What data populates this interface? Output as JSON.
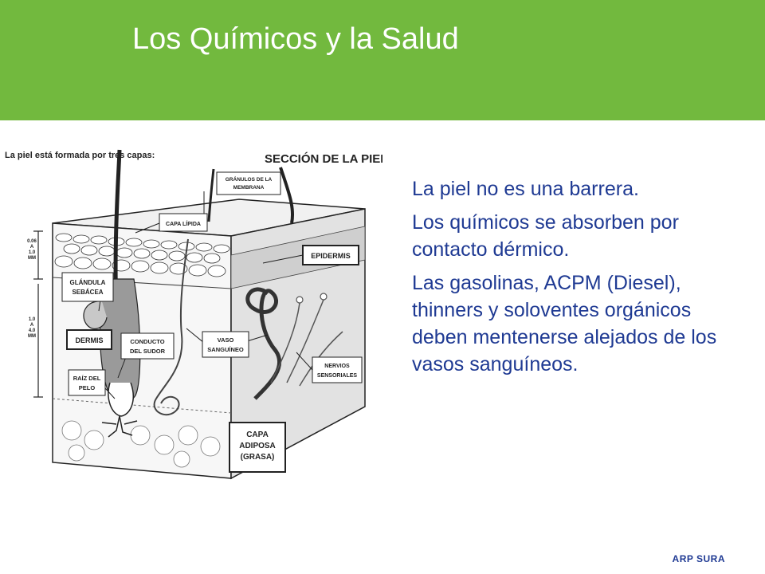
{
  "header": {
    "title": "Los Químicos y la Salud"
  },
  "diagram": {
    "intro": "La piel está formada por tres capas:",
    "heading": "SECCIÓN DE LA PIEL",
    "scale_top": [
      "0.06",
      "A",
      "1.0",
      "MM"
    ],
    "scale_bottom": [
      "1.0",
      "A",
      "4.0",
      "MM"
    ],
    "labels": {
      "granulos": [
        "GRÁNULOS DE LA",
        "MEMBRANA"
      ],
      "capa_lipida": "CAPA LÍPIDA",
      "epidermis": "EPIDERMIS",
      "glandula": [
        "GLÁNDULA",
        "SEBÁCEA"
      ],
      "dermis": "DERMIS",
      "conducto": [
        "CONDUCTO",
        "DEL SUDOR"
      ],
      "vaso": [
        "VASO",
        "SANGUÍNEO"
      ],
      "nervios": [
        "NERVIOS",
        "SENSORIALES"
      ],
      "raiz": [
        "RAÍZ DEL",
        "PELO"
      ],
      "capa_adiposa": [
        "CAPA",
        "ADIPOSA",
        "(GRASA)"
      ]
    }
  },
  "bullets": [
    "La piel no es una barrera.",
    "Los químicos se absorben por contacto dérmico.",
    "Las gasolinas, ACPM (Diesel), thinners y soloventes orgánicos deben mentenerse alejados de los vasos sanguíneos."
  ],
  "footer": {
    "brand": "ARP SURA"
  }
}
